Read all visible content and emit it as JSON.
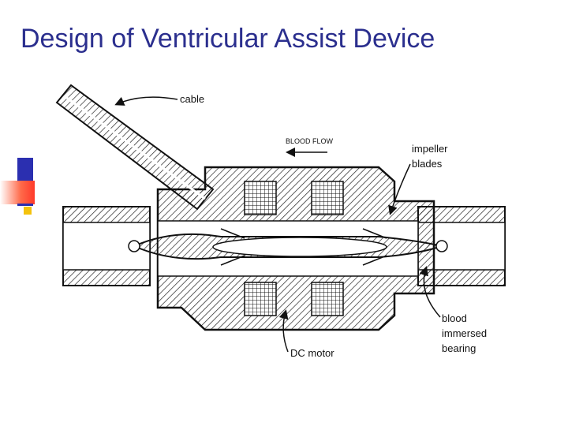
{
  "title": "Design of Ventricular Assist Device",
  "labels": {
    "cable": "cable",
    "blood_flow": "BLOOD FLOW",
    "impeller_line1": "impeller",
    "impeller_line2": "blades",
    "bearing_line1": "blood",
    "bearing_line2": "immersed",
    "bearing_line3": "bearing",
    "dc_motor": "DC motor"
  },
  "colors": {
    "title": "#2b2f8e",
    "accent_blue": "#2b2fb0",
    "accent_red": "#ff3a2a",
    "accent_yellow": "#f4c20d"
  }
}
